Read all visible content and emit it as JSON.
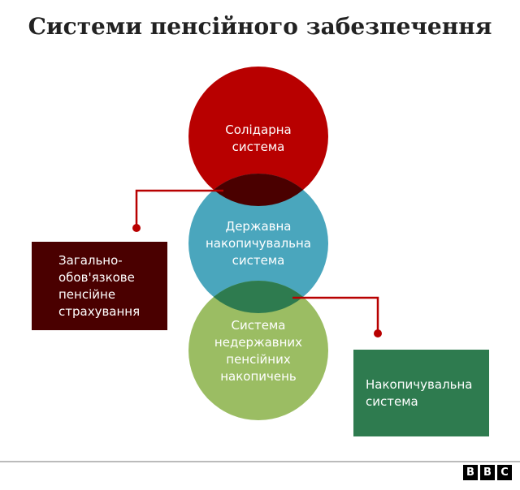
{
  "title": "Системи пенсійного забезпечення",
  "circles": {
    "top": {
      "label": "Солідарна система",
      "line1": "Солідарна",
      "line2": "система",
      "color": "#b80000"
    },
    "middle": {
      "label": "Державна накопичувальна система",
      "line1": "Державна",
      "line2": "накопичувальна",
      "line3": "система",
      "color": "#4aa6bd"
    },
    "bottom": {
      "label": "Система недержавних пенсійних накопичень",
      "line1": "Система",
      "line2": "недержавних",
      "line3": "пенсійних",
      "line4": "накопичень",
      "color": "#9bbd63"
    }
  },
  "overlaps": {
    "top_middle": "#4a0000",
    "middle_bottom": "#2e7b4f"
  },
  "boxes": {
    "left": {
      "line1": "Загально-",
      "line2": "обов'язкове",
      "line3": "пенсійне",
      "line4": "страхування",
      "color": "#4a0000"
    },
    "right": {
      "line1": "Накопичувальна",
      "line2": "система",
      "color": "#2e7b4f"
    }
  },
  "connector_color": "#b80000",
  "logo": [
    "B",
    "B",
    "C"
  ]
}
